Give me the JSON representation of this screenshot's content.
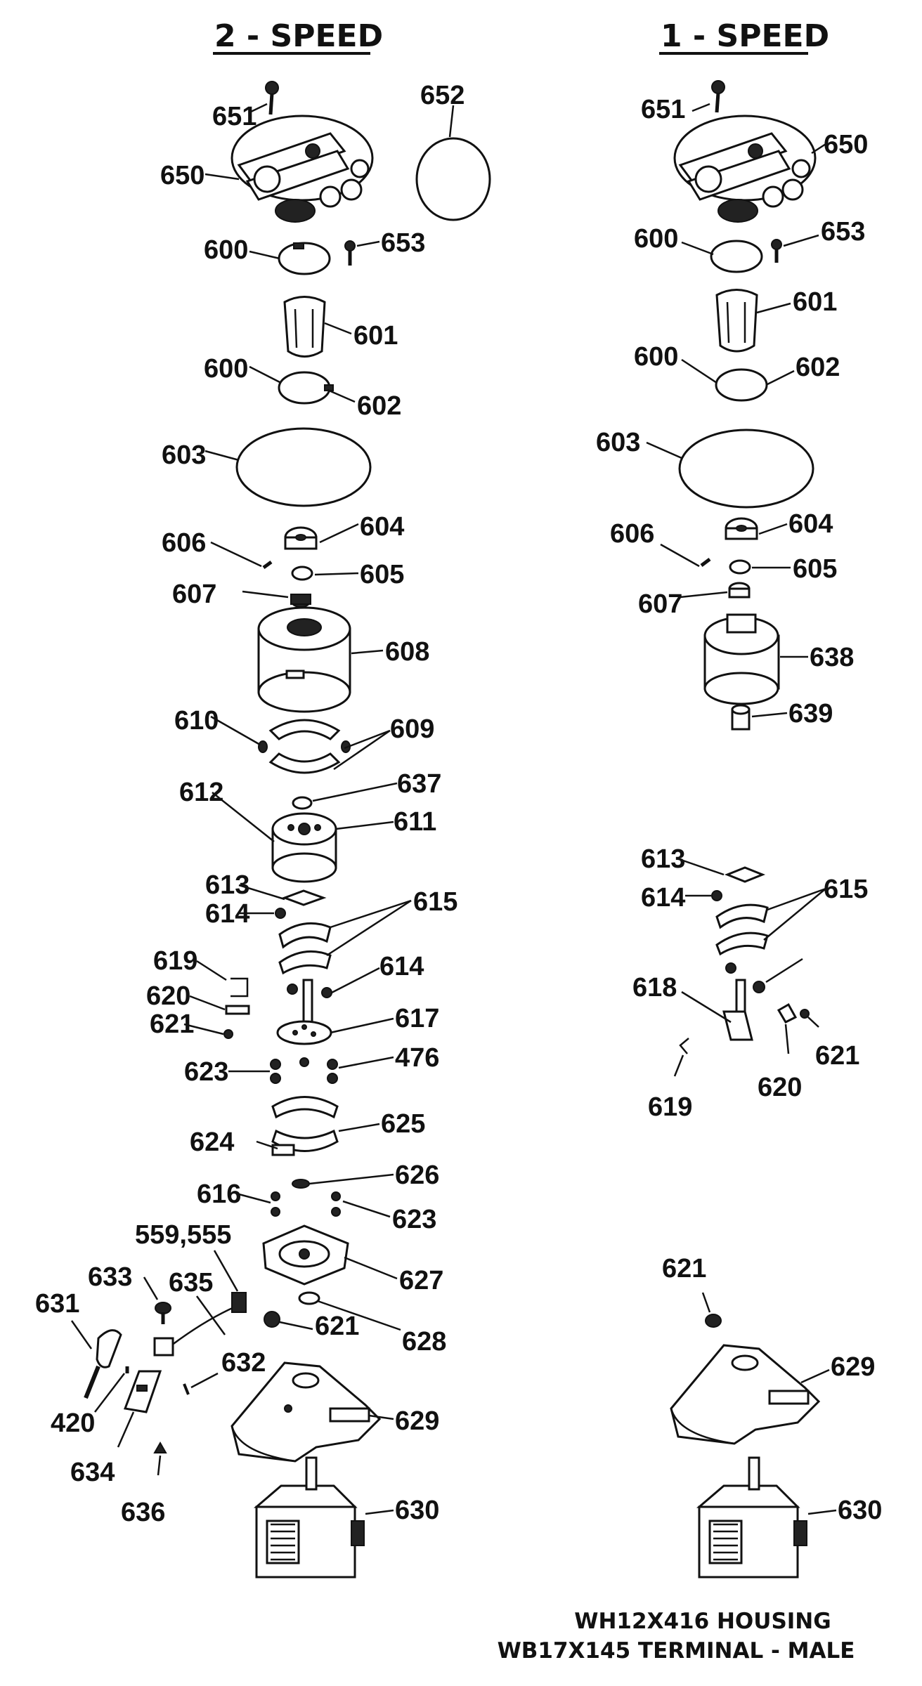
{
  "headers": {
    "left": "2 - SPEED",
    "right": "1 - SPEED"
  },
  "footer": {
    "line1": "WH12X416 HOUSING",
    "line2": "WB17X145 TERMINAL - MALE"
  },
  "labels_two_speed": {
    "p651": "651",
    "p652": "652",
    "p650": "650",
    "p600a": "600",
    "p653": "653",
    "p601": "601",
    "p600b": "600",
    "p602": "602",
    "p603": "603",
    "p606": "606",
    "p604": "604",
    "p605": "605",
    "p607": "607",
    "p608": "608",
    "p610": "610",
    "p609": "609",
    "p637": "637",
    "p612": "612",
    "p611": "611",
    "p613": "613",
    "p614a": "614",
    "p615": "615",
    "p619": "619",
    "p614b": "614",
    "p620": "620",
    "p617": "617",
    "p621a": "621",
    "p623a": "623",
    "p476": "476",
    "p624": "624",
    "p625": "625",
    "p626": "626",
    "p616": "616",
    "p623b": "623",
    "p559": "559,555",
    "p627": "627",
    "p633": "633",
    "p635": "635",
    "p631": "631",
    "p621b": "621",
    "p628": "628",
    "p632": "632",
    "p420": "420",
    "p629": "629",
    "p634": "634",
    "p636": "636",
    "p630": "630"
  },
  "labels_one_speed": {
    "p651": "651",
    "p650": "650",
    "p600a": "600",
    "p653": "653",
    "p601": "601",
    "p600b": "600",
    "p602": "602",
    "p603": "603",
    "p606": "606",
    "p604": "604",
    "p605": "605",
    "p607": "607",
    "p638": "638",
    "p639": "639",
    "p613": "613",
    "p614": "614",
    "p615": "615",
    "p618": "618",
    "p621a": "621",
    "p620": "620",
    "p619": "619",
    "p621b": "621",
    "p629": "629",
    "p630": "630"
  }
}
